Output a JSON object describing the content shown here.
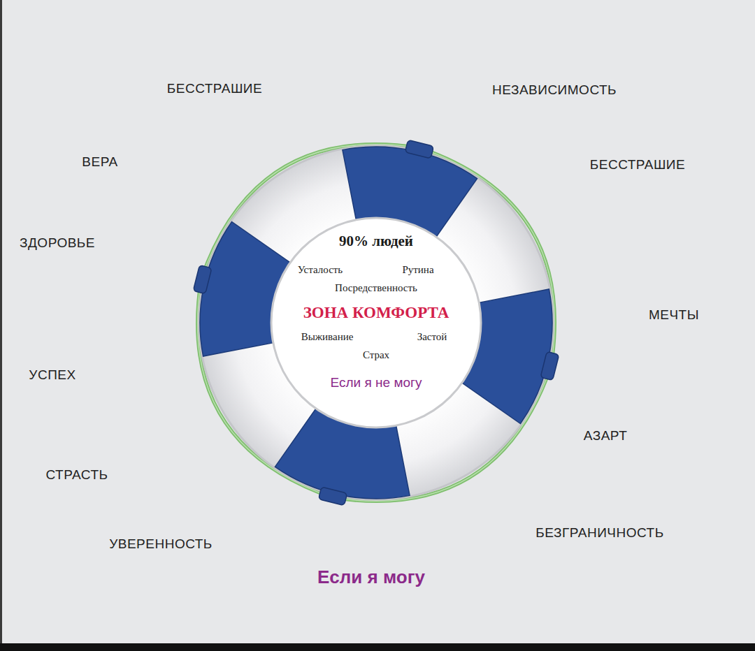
{
  "diagram": {
    "nodes": [
      {
        "text": [
          "90% людей",
          "Усталость",
          "Рутина",
          "Посредственность",
          "ЗОНА КОМФОРТА",
          "Выживание",
          "Застой",
          "Страх",
          "Если я не могу"
        ]
      }
    ],
    "labels": [
      "БЕССТРАШИЕ",
      "НЕЗАВИСИМОСТЬ",
      "ВЕРА",
      "БЕССТРАШИЕ",
      "ЗДОРОВЬЕ",
      "МЕЧТЫ",
      "УСПЕХ",
      "АЗАРТ",
      "СТРАСТЬ",
      "БЕЗГРАНИЧНОСТЬ",
      "УВЕРЕННОСТЬ",
      "Если я могу"
    ]
  }
}
